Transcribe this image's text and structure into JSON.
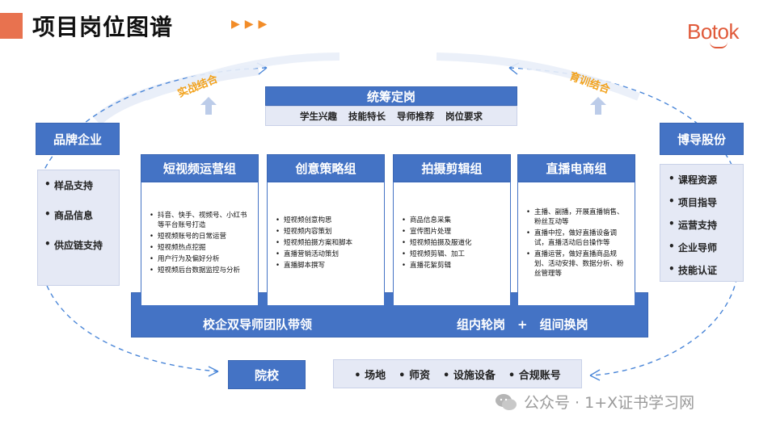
{
  "header": {
    "title": "项目岗位图谱",
    "arrows": "▶▶▶",
    "logo": "Botok"
  },
  "colors": {
    "primary": "#4473c5",
    "accent": "#e8724f",
    "label": "#f2a21c",
    "panel": "#e5e9f5"
  },
  "cycle_labels": {
    "left": "实战结合",
    "right": "育训结合"
  },
  "top_box": {
    "title": "统筹定岗",
    "items": [
      "学生兴趣",
      "技能特长",
      "导师推荐",
      "岗位要求"
    ]
  },
  "left": {
    "title": "品牌企业",
    "items": [
      "样品支持",
      "商品信息",
      "供应链支持"
    ]
  },
  "right": {
    "title": "博导股份",
    "items": [
      "课程资源",
      "项目指导",
      "运营支持",
      "企业导师",
      "技能认证"
    ]
  },
  "groups": [
    {
      "title": "短视频运营组",
      "items": [
        "抖音、快手、视频号、小红书等平台账号打造",
        "短视频账号的日常运营",
        "短视频热点挖掘",
        "用户行为及偏好分析",
        "短视频后台数据监控与分析"
      ]
    },
    {
      "title": "创意策略组",
      "items": [
        "短视频创意构思",
        "短视频内容策划",
        "短视频拍摄方案和脚本",
        "直播营销活动策划",
        "直播脚本撰写"
      ]
    },
    {
      "title": "拍摄剪辑组",
      "items": [
        "商品信息采集",
        "宣传图片处理",
        "短视频拍摄及服道化",
        "短视频剪辑、加工",
        "直播花絮剪辑"
      ]
    },
    {
      "title": "直播电商组",
      "items": [
        "主播、副播，开展直播销售、粉丝互动等",
        "直播中控，做好直播设备调试，直播活动后台操作等",
        "直播运营，做好直播商品规划、活动安排、数据分析、粉丝管理等"
      ]
    }
  ],
  "bottom_bar": {
    "left_label": "校企双导师团队带领",
    "right_label": "组内轮岗　+　组间换岗"
  },
  "school": {
    "title": "院校",
    "items": [
      "场地",
      "师资",
      "设施设备",
      "合规账号"
    ]
  },
  "watermark": "公众号 · 1+X证书学习网"
}
